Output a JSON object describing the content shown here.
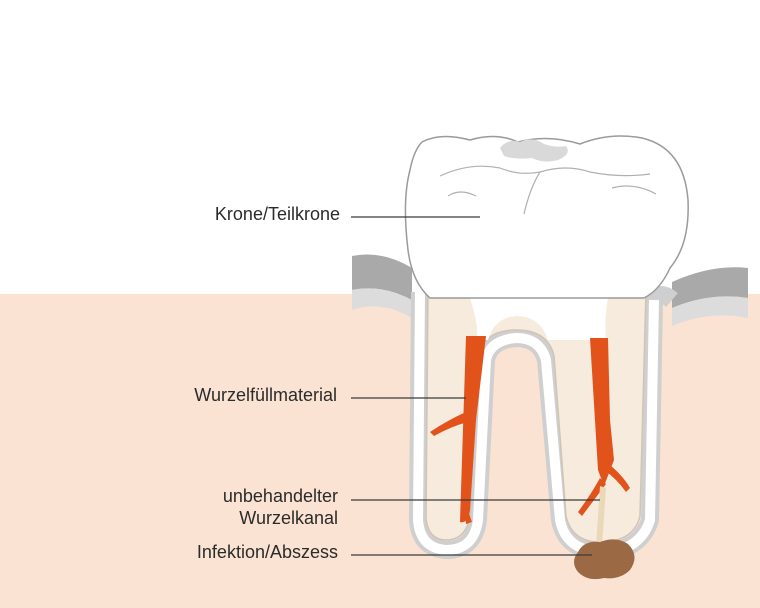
{
  "labels": {
    "crown": "Krone/Teilkrone",
    "filling": "Wurzelfüllmaterial",
    "untreated_line1": "unbehandelter",
    "untreated_line2": "Wurzelkanal",
    "infection": "Infektion/Abszess"
  },
  "colors": {
    "gum_tissue": "#fae3d2",
    "bone_bg": "#f9e1d0",
    "crown_fill": "#ffffff",
    "crown_outline": "#9a9a9a",
    "root_fill": "#f6ebdc",
    "filling_orange": "#e2521b",
    "infection_brown": "#9b6a44",
    "periodontal_gray": "#d8d8d8",
    "leader_line": "#3a3a3a"
  }
}
